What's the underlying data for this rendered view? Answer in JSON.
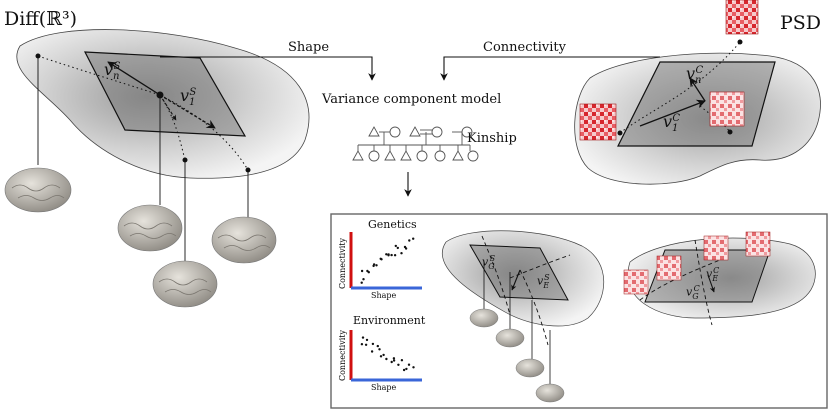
{
  "labels": {
    "diff_space": "Diff(ℝ³)",
    "psd_space": "PSD",
    "shape": "Shape",
    "connectivity": "Connectivity",
    "model": "Variance component model",
    "kinship": "Kinship"
  },
  "vectors": {
    "shape_n": "v",
    "shape_n_sup": "S",
    "shape_n_sub": "n",
    "shape_1": "v",
    "shape_1_sup": "S",
    "shape_1_sub": "1",
    "conn_n": "v",
    "conn_n_sup": "C",
    "conn_n_sub": "n",
    "conn_1": "v",
    "conn_1_sup": "C",
    "conn_1_sub": "1",
    "shape_G": "v",
    "shape_G_sup": "S",
    "shape_G_sub": "G",
    "shape_E": "v",
    "shape_E_sup": "S",
    "shape_E_sub": "E",
    "conn_G": "v",
    "conn_G_sup": "C",
    "conn_G_sub": "G",
    "conn_E": "v",
    "conn_E_sup": "C",
    "conn_E_sub": "E"
  },
  "panels": {
    "genetics": {
      "title": "Genetics",
      "ylabel": "Connectivity",
      "xlabel": "Shape"
    },
    "environment": {
      "title": "Environment",
      "ylabel": "Connectivity",
      "xlabel": "Shape"
    }
  },
  "colors": {
    "matrix_red": "#d6262d",
    "matrix_light": "#f3b8bb",
    "axis_red": "#d01010",
    "axis_blue": "#3a66d8",
    "brain": "#c9c6bf"
  }
}
